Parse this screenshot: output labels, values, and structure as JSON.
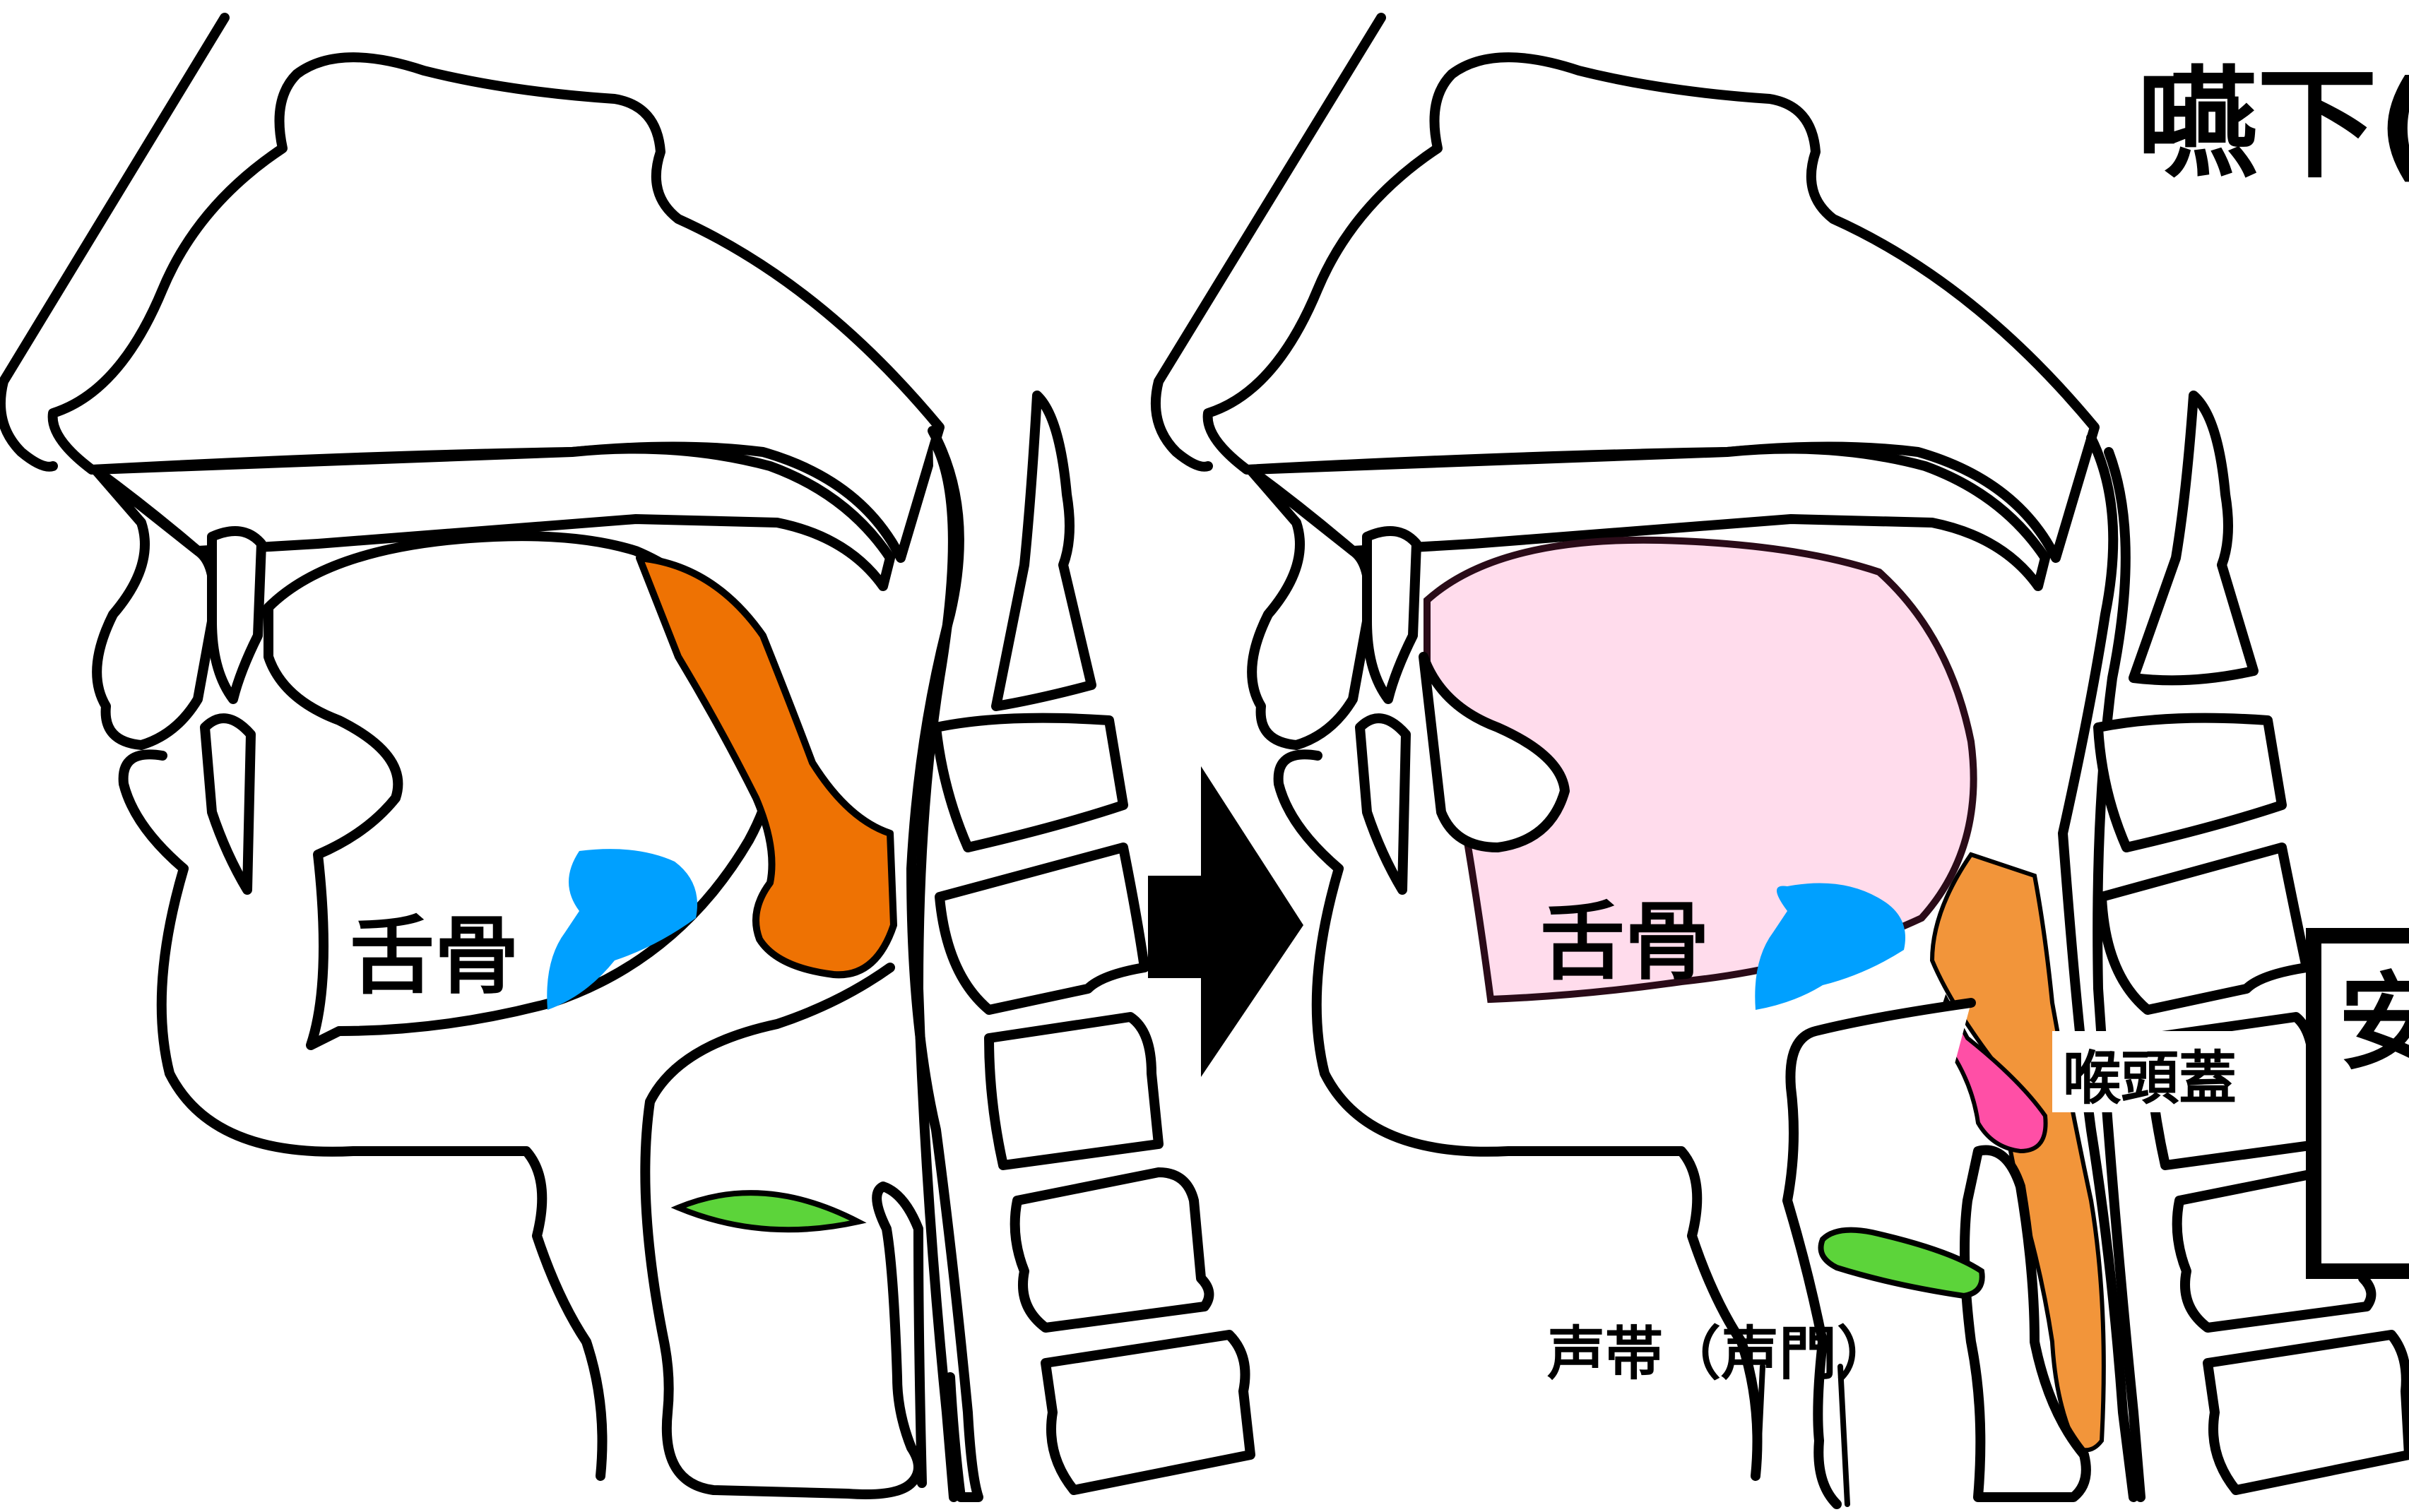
{
  "title": "嚥下(",
  "labels": {
    "hyoid_left": "舌骨",
    "hyoid_right": "舌骨",
    "epiglottis": "喉頭蓋",
    "vocal_cords": "声帯（声門）",
    "boxed_char": "安"
  },
  "colors": {
    "tongue_orange": "#EE7203",
    "pharynx_orange": "#F2953A",
    "hyoid_blue": "#00A0FF",
    "vocal_green": "#5CD43A",
    "epiglottis_pink": "#FF4FA6",
    "oral_pink": "#FFDCEC"
  }
}
